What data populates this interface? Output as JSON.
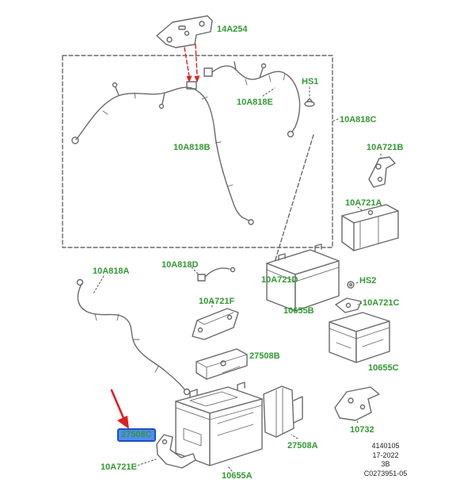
{
  "diagram_type": "vehicle-battery-and-cables-parts-diagram",
  "colors": {
    "label_green": "#339933",
    "highlight_blue": "#4f8df0",
    "highlight_border": "#1b50c8",
    "arrow_red": "#e02020",
    "line_gray": "#6a6a6a",
    "footer_black": "#222222"
  },
  "labels": [
    "14A254",
    "10A818E",
    "HS1",
    "10A818C",
    "10A818B",
    "10A721B",
    "10A721A",
    "10A818D",
    "10A721D",
    "HS2",
    "10655B",
    "10A721C",
    "10A818A",
    "10A721F",
    "10655C",
    "27508B",
    "10732",
    "27508A",
    "27508C",
    "10A721E",
    "10655A"
  ],
  "highlighted_label": "27508C",
  "footer_lines": [
    "4140105",
    "17-2022",
    "3B",
    "C0273951-05"
  ]
}
